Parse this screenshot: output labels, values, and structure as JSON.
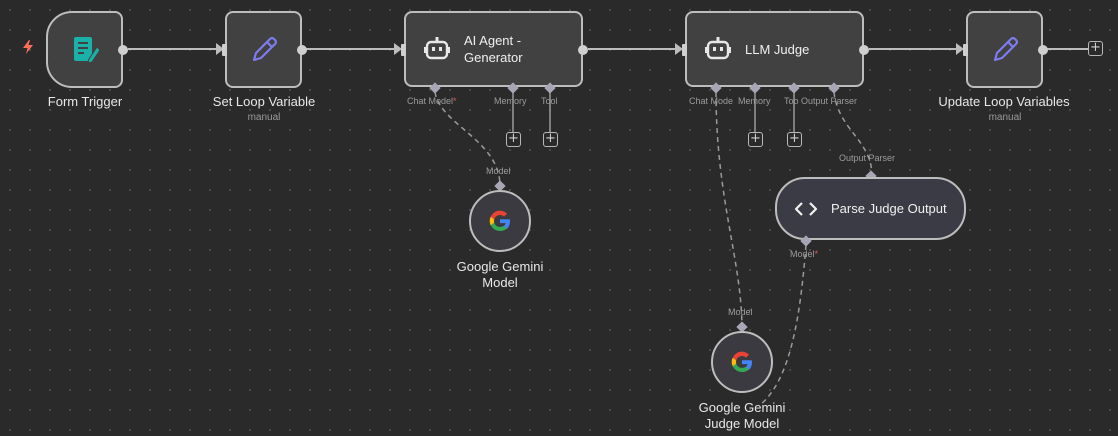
{
  "nodes": {
    "form_trigger": {
      "title": "Form Trigger",
      "icon": "form-icon"
    },
    "set_loop_variable": {
      "title": "Set Loop Variable",
      "subtitle": "manual",
      "icon": "pencil-icon"
    },
    "ai_agent_generator": {
      "title_line1": "AI Agent -",
      "title_line2": "Generator",
      "icon": "robot-icon",
      "ports": {
        "chat_model": "Chat Model",
        "memory": "Memory",
        "tool": "Tool"
      }
    },
    "llm_judge": {
      "title": "LLM Judge",
      "icon": "robot-icon",
      "ports": {
        "chat_model": "Chat Mode",
        "memory": "Memory",
        "tool": "Too",
        "output_parser": "Output Parser"
      }
    },
    "update_loop_variables": {
      "title": "Update Loop Variables",
      "subtitle": "manual",
      "icon": "pencil-icon"
    },
    "google_gemini_model": {
      "title_line1": "Google Gemini",
      "title_line2": "Model",
      "port": "Model",
      "icon": "google-icon"
    },
    "parse_judge_output": {
      "title": "Parse Judge Output",
      "port_top": "Output Parser",
      "port_bottom": "Model",
      "icon": "code-brackets-icon"
    },
    "google_gemini_judge_model": {
      "title_line1": "Google Gemini",
      "title_line2": "Judge Model",
      "port": "Model",
      "icon": "google-icon"
    }
  },
  "required_mark": "*",
  "add_symbol": "+",
  "colors": {
    "canvas_bg": "#2a2a2a",
    "node_bg": "#414141",
    "node_border": "#bdbdbd",
    "form_icon": "#1ab1a8",
    "pencil_icon": "#7d7df0",
    "trigger_bolt": "#ff6d5a",
    "required": "#e35c5c"
  }
}
